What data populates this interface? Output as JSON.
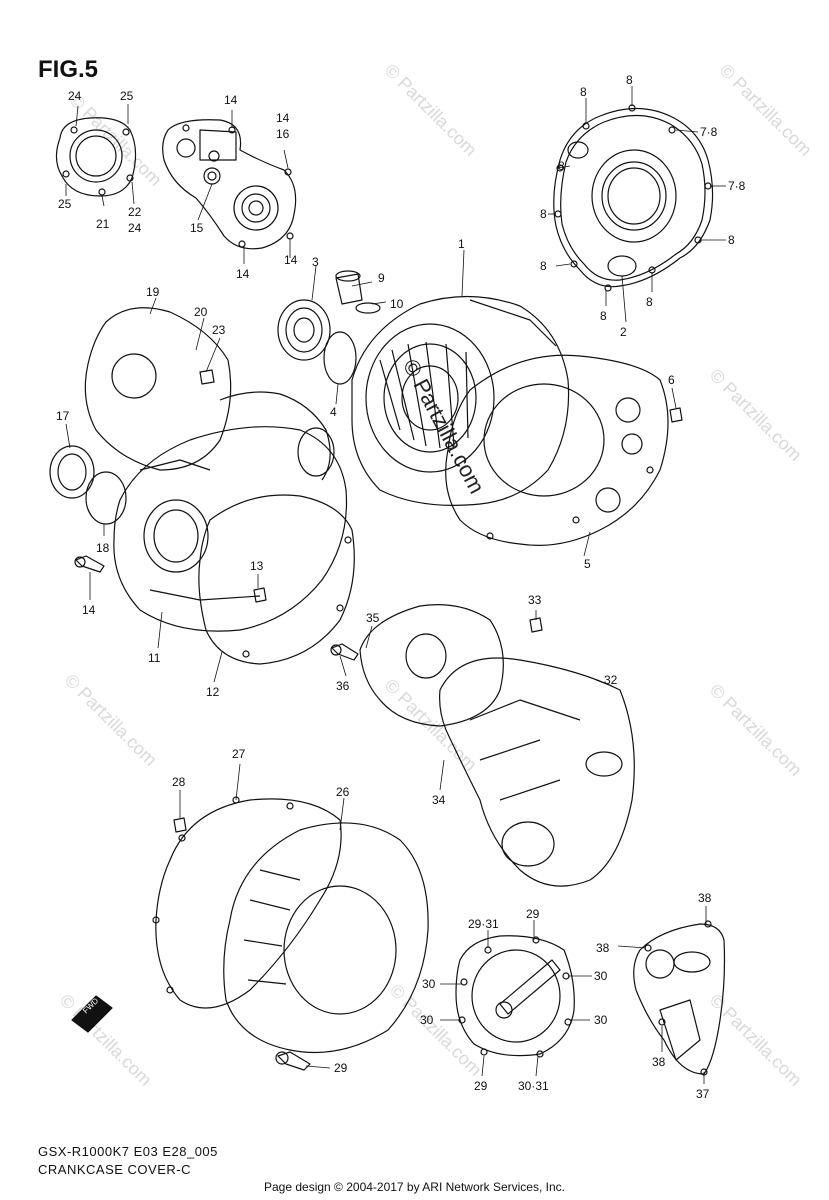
{
  "figure": {
    "title": "FIG.5",
    "model_code": "GSX-R1000K7 E03 E28_005",
    "section_name": "CRANKCASE COVER-C",
    "credit": "Page design © 2004-2017 by ARI Network Services, Inc.",
    "watermark": "© Partzilla.com",
    "fwd_label": "FWD"
  },
  "callouts": [
    {
      "id": "c24a",
      "label": "24"
    },
    {
      "id": "c25a",
      "label": "25"
    },
    {
      "id": "c25b",
      "label": "25"
    },
    {
      "id": "c21",
      "label": "21"
    },
    {
      "id": "c22",
      "label": "22"
    },
    {
      "id": "c24b",
      "label": "24"
    },
    {
      "id": "c14a",
      "label": "14"
    },
    {
      "id": "c14b",
      "label": "14"
    },
    {
      "id": "c16",
      "label": "16"
    },
    {
      "id": "c15",
      "label": "15"
    },
    {
      "id": "c14c",
      "label": "14"
    },
    {
      "id": "c14d",
      "label": "14"
    },
    {
      "id": "c8a",
      "label": "8"
    },
    {
      "id": "c8b",
      "label": "8"
    },
    {
      "id": "c78a",
      "label": "7·8"
    },
    {
      "id": "c8c",
      "label": "8"
    },
    {
      "id": "c78b",
      "label": "7·8"
    },
    {
      "id": "c8d",
      "label": "8"
    },
    {
      "id": "c8e",
      "label": "8"
    },
    {
      "id": "c8f",
      "label": "8"
    },
    {
      "id": "c8g",
      "label": "8"
    },
    {
      "id": "c8h",
      "label": "8"
    },
    {
      "id": "c2",
      "label": "2"
    },
    {
      "id": "c1",
      "label": "1"
    },
    {
      "id": "c3",
      "label": "3"
    },
    {
      "id": "c9",
      "label": "9"
    },
    {
      "id": "c10",
      "label": "10"
    },
    {
      "id": "c4",
      "label": "4"
    },
    {
      "id": "c19",
      "label": "19"
    },
    {
      "id": "c20",
      "label": "20"
    },
    {
      "id": "c23",
      "label": "23"
    },
    {
      "id": "c6",
      "label": "6"
    },
    {
      "id": "c17",
      "label": "17"
    },
    {
      "id": "c18",
      "label": "18"
    },
    {
      "id": "c5",
      "label": "5"
    },
    {
      "id": "c13",
      "label": "13"
    },
    {
      "id": "c14e",
      "label": "14"
    },
    {
      "id": "c11",
      "label": "11"
    },
    {
      "id": "c12",
      "label": "12"
    },
    {
      "id": "c33",
      "label": "33"
    },
    {
      "id": "c35",
      "label": "35"
    },
    {
      "id": "c36",
      "label": "36"
    },
    {
      "id": "c32",
      "label": "32"
    },
    {
      "id": "c34",
      "label": "34"
    },
    {
      "id": "c27",
      "label": "27"
    },
    {
      "id": "c28",
      "label": "28"
    },
    {
      "id": "c26",
      "label": "26"
    },
    {
      "id": "c29a",
      "label": "29"
    },
    {
      "id": "c2931a",
      "label": "29·31"
    },
    {
      "id": "c29b",
      "label": "29"
    },
    {
      "id": "c30a",
      "label": "30"
    },
    {
      "id": "c30b",
      "label": "30"
    },
    {
      "id": "c30c",
      "label": "30"
    },
    {
      "id": "c30d",
      "label": "30"
    },
    {
      "id": "c29c",
      "label": "29"
    },
    {
      "id": "c3031",
      "label": "30·31"
    },
    {
      "id": "c38a",
      "label": "38"
    },
    {
      "id": "c38b",
      "label": "38"
    },
    {
      "id": "c38c",
      "label": "38"
    },
    {
      "id": "c37",
      "label": "37"
    }
  ],
  "colors": {
    "line": "#111111",
    "watermark": "#d9d9d9"
  }
}
